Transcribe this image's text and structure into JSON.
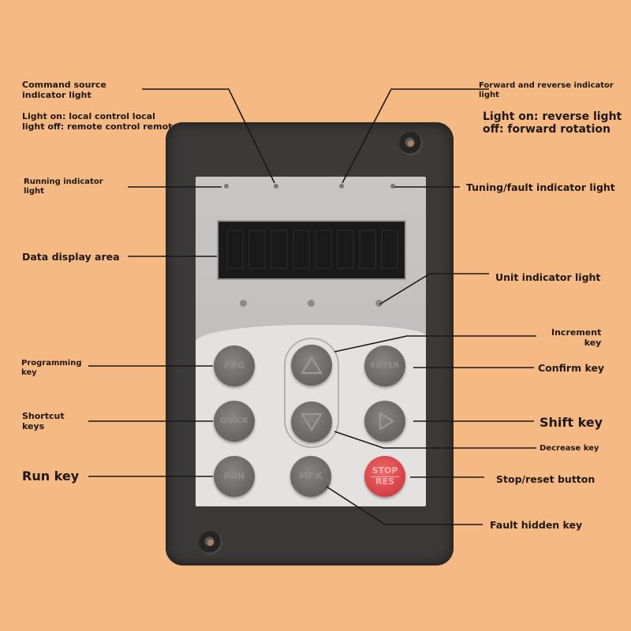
{
  "labels": {
    "command_source": "Command source\nindicator light",
    "local_remote": "Light on: local control local\nlight off: remote control remot",
    "forward_reverse": "Forward and reverse indicator\nlight",
    "reverse_forward_note": "Light on: reverse light\noff: forward rotation",
    "running_indicator": "Running indicator\nlight",
    "tuning_fault": "Tuning/fault indicator light",
    "data_display": "Data display area",
    "unit_indicator": "Unit indicator light",
    "increment": "Increment\nkey",
    "programming": "Programming\nkey",
    "confirm": "Confirm key",
    "shortcut": "Shortcut\nkeys",
    "shift": "Shift key",
    "decrease": "Decrease key",
    "run_key": "Run key",
    "stop_reset": "Stop/reset button",
    "fault_hidden": "Fault hidden key"
  },
  "keys": {
    "prg": "PRG",
    "enter": "ENTER",
    "quick": "QUICK",
    "run": "RUN",
    "mf": "MF.K",
    "stop_top": "STOP",
    "stop_bottom": "RES"
  },
  "colors": {
    "background": "#f5b984",
    "housing": "#3c3a39",
    "run_key": "#2e9f70",
    "stop_key": "#d9454a"
  }
}
